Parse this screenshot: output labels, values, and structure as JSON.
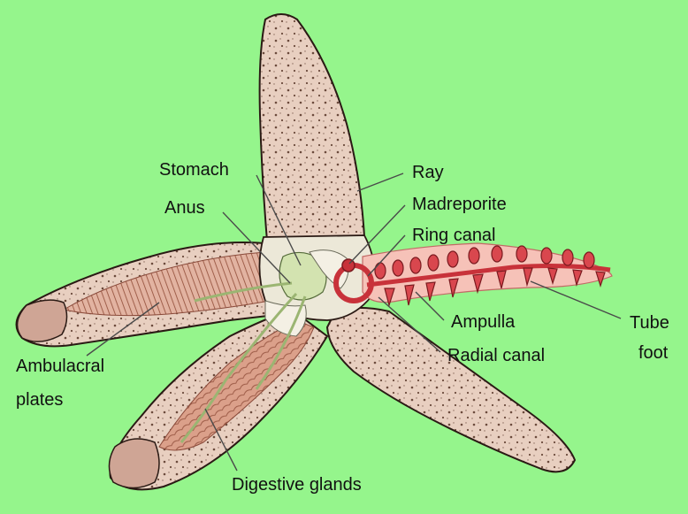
{
  "colors": {
    "background": "#95f58c",
    "arm_skin": "#e8cfc0",
    "arm_outline": "#2a1a14",
    "digestive_tissue": "#d9a08c",
    "water_vascular": "#e0525a",
    "central_disc": "#ece8d8",
    "green_canals": "#d3e3b0",
    "leader_line": "#4a4a4a"
  },
  "labels": {
    "stomach": "Stomach",
    "anus": "Anus",
    "ray": "Ray",
    "madreporite": "Madreporite",
    "ring_canal": "Ring canal",
    "ampulla": "Ampulla",
    "radial_canal": "Radial canal",
    "tube_foot_line1": "Tube",
    "tube_foot_line2": "foot",
    "ambulacral_line1": "Ambulacral",
    "ambulacral_line2": "plates",
    "digestive_glands": "Digestive glands"
  }
}
